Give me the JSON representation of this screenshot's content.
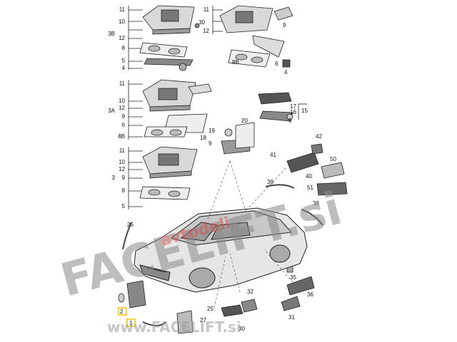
{
  "watermark": {
    "main": "FACELIFT.si",
    "sub": "avtodeli",
    "footer": "www.FACELIFT.si",
    "main_color": "#8a8a8a",
    "sub_color": "#d9534f"
  },
  "highlight_color": "#f2c200",
  "callouts": {
    "n1": "1",
    "n2": "2",
    "n3": "3",
    "n3a": "3A",
    "n3b": "3B",
    "n4": "4",
    "n5": "5",
    "n6": "6",
    "n8": "8",
    "n8b": "8B",
    "n9": "9",
    "n10": "10",
    "n11": "11",
    "n12": "12",
    "n15": "15",
    "n16": "16",
    "n17": "17",
    "n18": "18",
    "n19": "19",
    "n20": "20",
    "n25": "25",
    "n27": "27",
    "n30": "30",
    "n31": "31",
    "n32": "32",
    "n35": "35",
    "n36": "36",
    "n38": "38",
    "n39": "39",
    "n40": "40",
    "n41": "41",
    "n42": "42",
    "n50": "50",
    "n51": "51"
  }
}
